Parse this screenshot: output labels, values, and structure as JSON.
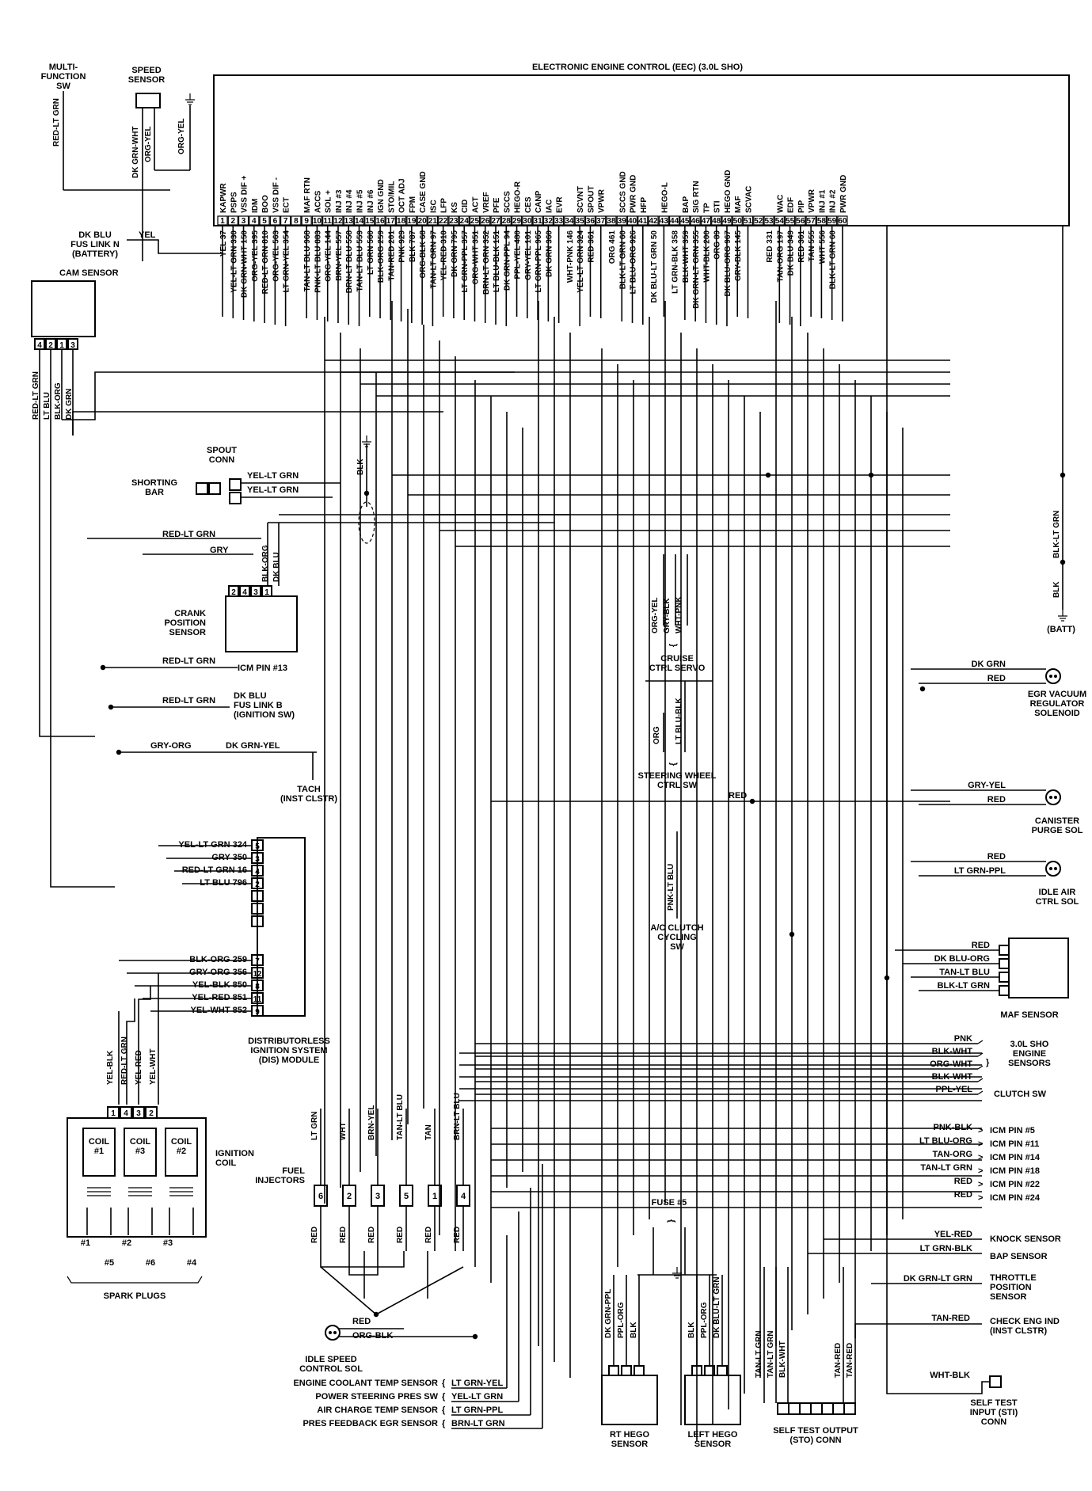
{
  "title": "ELECTRONIC ENGINE CONTROL (EEC) (3.0L SHO)",
  "eec": {
    "pins": [
      "1",
      "2",
      "3",
      "4",
      "5",
      "6",
      "7",
      "8",
      "9",
      "10",
      "11",
      "12",
      "13",
      "14",
      "15",
      "16",
      "17",
      "18",
      "19",
      "20",
      "21",
      "22",
      "23",
      "24",
      "25",
      "26",
      "27",
      "28",
      "29",
      "30",
      "31",
      "32",
      "33",
      "34",
      "35",
      "36",
      "37",
      "38",
      "39",
      "40",
      "41",
      "42",
      "43",
      "44",
      "45",
      "46",
      "47",
      "48",
      "49",
      "50",
      "51",
      "52",
      "53",
      "54",
      "55",
      "56",
      "57",
      "58",
      "59",
      "60"
    ],
    "pin_names": [
      "KAPWR",
      "PSPS",
      "VSS DIF +",
      "IDM",
      "BOO",
      "VSS DIF -",
      "ECT",
      "",
      "MAF RTN",
      "ACCS",
      "SOL +",
      "INJ #3",
      "INJ #4",
      "INJ #5",
      "INJ #6",
      "IGN GND",
      "STO/MIL",
      "OCT ADJ",
      "FPM",
      "CASE GND",
      "ISC",
      "LFP",
      "KS",
      "CID",
      "ACT",
      "VREF",
      "PFE",
      "SCCS",
      "HEGO-R",
      "CES",
      "CANP",
      "IAC",
      "EVR",
      "",
      "SCVNT",
      "SPOUT",
      "VPWR",
      "",
      "SCCS GND",
      "PWR GND",
      "HFP",
      "",
      "HEGO-L",
      "",
      "BAP",
      "SIG RTN",
      "TP",
      "STI",
      "HEGO GND",
      "MAF",
      "SCVAC",
      "",
      "",
      "WAC",
      "EDF",
      "PIP",
      "VPWR",
      "INJ #1",
      "INJ #2",
      "PWR GND"
    ],
    "pin_wires": [
      "YEL 37",
      "YEL-LT GRN 330",
      "DK GRN-WHT 150",
      "ORG-YEL 395",
      "RED-LT GRN 810",
      "ORG-YEL 563",
      "LT GRN-YEL 354",
      "",
      "TAN-LT BLU 968",
      "PNK-LT BLU 883",
      "ORG-YEL 144",
      "BRN-YEL 557",
      "BRN-LT BLU 558",
      "TAN-LT BLU 559",
      "LT GRN 560",
      "BLK-ORG 259",
      "TAN-RED 201",
      "PNK 929",
      "BLK 787",
      "ORG-BLK 68",
      "TAN-LT GRN 97",
      "YEL-RED 310",
      "DK GRN 795",
      "LT GRN-PPL 357",
      "ORG-WHT 351",
      "BRN-LT GRN 352",
      "LT BLU-BLK 151",
      "DK GRN-PPL 94",
      "PPL-YEL 480",
      "GRY-YEL 101",
      "LT GRN-PPL 965",
      "DK GRN 360",
      "",
      "WHT-PNK 146",
      "YEL-LT GRN 324",
      "RED 361",
      "",
      "ORG 461",
      "BLK-LT GRN 60",
      "LT BLU-ORG 926",
      "",
      "DK BLU-LT GRN 50",
      "",
      "LT GRN-BLK 358",
      "BLK-WHT 359",
      "DK GRN-LT GRN 355",
      "WHT-BLK 200",
      "ORG 89",
      "DK BLU-ORG 967",
      "GRY-BLK 145",
      "",
      "",
      "RED 331",
      "TAN-ORG 197",
      "DK BLU 349",
      "RED 361",
      "TAN 555",
      "WHT 556",
      "BLK-LT GRN 60",
      ""
    ]
  },
  "left_top": {
    "multifunction_sw": "MULTI-\nFUNCTION\nSW",
    "mf_wire": "RED-LT GRN",
    "speed_sensor": "SPEED\nSENSOR",
    "speed_wires": [
      "DK GRN-WHT",
      "ORG-YEL",
      "ORG-YEL"
    ],
    "fuse_link_n": "DK BLU\nFUS LINK N\n(BATTERY)",
    "fuse_link_n_wire": "YEL",
    "cam_sensor": "CAM SENSOR",
    "cam_pins": [
      "4",
      "2",
      "1",
      "3"
    ],
    "cam_wires": [
      "RED-LT GRN",
      "LT BLU",
      "BLK-ORG",
      "DK GRN"
    ]
  },
  "spout": {
    "label": "SPOUT\nCONN",
    "shorting_bar": "SHORTING\nBAR",
    "wires": [
      "YEL-LT GRN",
      "YEL-LT GRN"
    ],
    "blk": "BLK"
  },
  "crank": {
    "label": "CRANK\nPOSITION\nSENSOR",
    "pins": [
      "2",
      "4",
      "3",
      "1"
    ],
    "wires": [
      "RED-LT GRN",
      "GRY",
      "BLK-ORG",
      "DK BLU"
    ]
  },
  "left_mid": {
    "icm13_wire": "RED-LT GRN",
    "icm13": "ICM PIN #13",
    "fuse_link_b_wire": "RED-LT GRN",
    "fuse_link_b": "DK BLU\nFUS LINK B\n(IGNITION SW)",
    "tach_wire1": "GRY-ORG",
    "tach_wire2": "DK GRN-YEL",
    "tach": "TACH\n(INST CLSTR)"
  },
  "dis": {
    "label": "DISTRIBUTORLESS\nIGNITION SYSTEM\n(DIS) MODULE",
    "upper_wires": [
      "YEL-LT GRN 324",
      "GRY 350",
      "RED-LT GRN 16",
      "LT BLU 796"
    ],
    "upper_pins": [
      "5",
      "3",
      "4",
      "2"
    ],
    "lower_wires": [
      "BLK-ORG 259",
      "GRY-ORG 356",
      "YEL-BLK 850",
      "YEL-RED 851",
      "YEL-WHT 852"
    ],
    "lower_pins": [
      "7",
      "12",
      "8",
      "11",
      "9"
    ],
    "out_wires": [
      "YEL-BLK",
      "RED-LT GRN",
      "YEL-RED",
      "YEL-WHT"
    ]
  },
  "coil": {
    "pins": [
      "1",
      "4",
      "3",
      "2"
    ],
    "coils": [
      "COIL\n#1",
      "COIL\n#3",
      "COIL\n#2"
    ],
    "label": "IGNITION\nCOIL",
    "plug_top": [
      "#1",
      "#2",
      "#3"
    ],
    "plug_bottom": [
      "#5",
      "#6",
      "#4"
    ],
    "spark_plugs": "SPARK PLUGS"
  },
  "injectors": {
    "label": "FUEL\nINJECTORS",
    "wires": [
      "LT GRN",
      "WHT",
      "BRN-YEL",
      "TAN-LT BLU",
      "TAN",
      "BRN-LT BLU"
    ],
    "numbers": [
      "6",
      "2",
      "3",
      "5",
      "1",
      "4"
    ],
    "red": "RED"
  },
  "isc": {
    "wires": [
      "RED",
      "ORG-BLK"
    ],
    "label": "IDLE SPEED\nCONTROL SOL"
  },
  "bottom_left_sensors": [
    {
      "name": "ENGINE COOLANT TEMP SENSOR",
      "wire": "LT GRN-YEL"
    },
    {
      "name": "POWER STEERING PRES SW",
      "wire": "YEL-LT GRN"
    },
    {
      "name": "AIR CHARGE TEMP SENSOR",
      "wire": "LT GRN-PPL"
    },
    {
      "name": "PRES FEEDBACK EGR SENSOR",
      "wire": "BRN-LT GRN"
    }
  ],
  "cruise": {
    "wires": [
      "ORG-YEL",
      "GRY-BLK",
      "WHT-PNK"
    ],
    "label": "CRUISE\nCTRL SERVO",
    "sw_wires": [
      "LT BLU-BLK",
      "ORG"
    ],
    "sw_label": "STEERING WHEEL\nCTRL SW"
  },
  "ac": {
    "wire": "PNK-LT BLU",
    "label": "A/C CLUTCH\nCYCLING\nSW"
  },
  "fuse5": "FUSE #5",
  "hego": {
    "rt_wires": [
      "DK GRN-PPL",
      "PPL-ORG",
      "BLK"
    ],
    "rt_label": "RT HEGO\nSENSOR",
    "left_wires": [
      "BLK",
      "PPL-ORG",
      "DK BLU-LT GRN"
    ],
    "left_label": "LEFT HEGO\nSENSOR"
  },
  "sto": {
    "wires": [
      "TAN-LT GRN",
      "TAN-LT GRN",
      "BLK-WHT",
      "TAN-RED",
      "TAN-RED"
    ],
    "label": "SELF TEST OUTPUT\n(STO) CONN"
  },
  "right": {
    "blk_lt_grn": "BLK-LT GRN",
    "blk": "BLK",
    "batt": "(BATT)",
    "egr": {
      "wires": [
        "DK GRN",
        "RED"
      ],
      "label": "EGR VACUUM\nREGULATOR\nSOLENOID"
    },
    "red_wire": "RED",
    "canister": {
      "wires": [
        "GRY-YEL",
        "RED"
      ],
      "label": "CANISTER\nPURGE SOL"
    },
    "idle_air": {
      "wires": [
        "RED",
        "LT GRN-PPL"
      ],
      "label": "IDLE AIR\nCTRL SOL"
    },
    "maf": {
      "wires": [
        "RED",
        "DK BLU-ORG",
        "TAN-LT BLU",
        "BLK-LT GRN"
      ],
      "label": "MAF SENSOR"
    },
    "sho_sensors": {
      "wires": [
        "PNK",
        "BLK-WHT",
        "ORG-WHT",
        "BLK-WHT",
        "PPL-YEL"
      ],
      "label": "3.0L SHO\nENGINE\nSENSORS",
      "clutch": "CLUTCH SW"
    },
    "icm_pins": [
      {
        "wire": "PNK-BLK",
        "label": "ICM PIN #5"
      },
      {
        "wire": "LT BLU-ORG",
        "label": "ICM PIN #11"
      },
      {
        "wire": "TAN-ORG",
        "label": "ICM PIN #14"
      },
      {
        "wire": "TAN-LT GRN",
        "label": "ICM PIN #18"
      },
      {
        "wire": "RED",
        "label": "ICM PIN #22"
      },
      {
        "wire": "RED",
        "label": "ICM PIN #24"
      }
    ],
    "knock": {
      "wire": "YEL-RED",
      "label": "KNOCK SENSOR"
    },
    "bap": {
      "wire": "LT GRN-BLK",
      "label": "BAP SENSOR"
    },
    "tps": {
      "wire": "DK GRN-LT GRN",
      "label": "THROTTLE\nPOSITION\nSENSOR"
    },
    "check": {
      "wire": "TAN-RED",
      "label": "CHECK ENG IND\n(INST CLSTR)"
    },
    "sti": {
      "wire": "WHT-BLK",
      "label": "SELF TEST\nINPUT (STI)\nCONN"
    }
  }
}
